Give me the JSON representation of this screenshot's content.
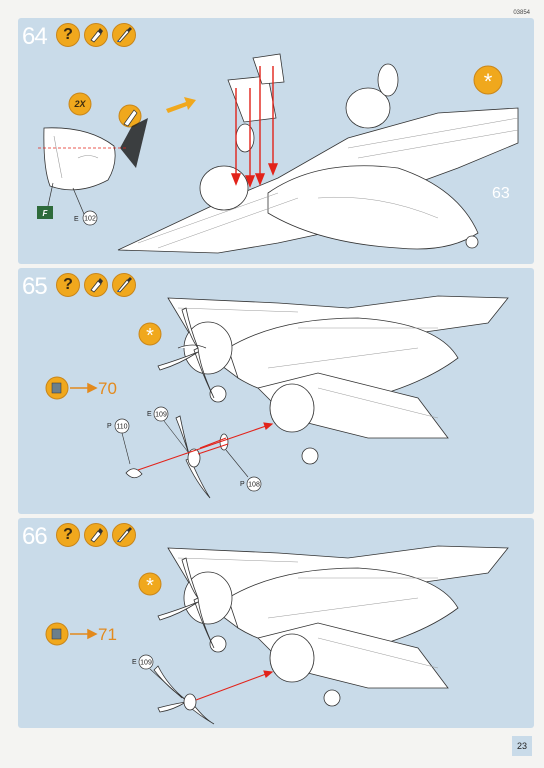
{
  "document_code": "03854",
  "page_number": "23",
  "colors": {
    "panel_bg": "#c9dbe9",
    "accent_orange": "#f0a81d",
    "arrow_red": "#e2231a",
    "paint_green": "#2e6b3b"
  },
  "steps": [
    {
      "number": "64",
      "icons": [
        "question-icon",
        "glue-tube-icon",
        "paintbrush-icon"
      ],
      "multiplier": "2X",
      "paint_code": "F",
      "parts": [
        "E",
        "102"
      ],
      "previous_step_ref": "63",
      "decal_marker": "asterisk-icon"
    },
    {
      "number": "65",
      "icons": [
        "question-icon",
        "glue-tube-icon",
        "paintbrush-icon"
      ],
      "goto_step": "70",
      "parts": [
        [
          "P",
          "110"
        ],
        [
          "E",
          "109"
        ],
        [
          "P",
          "108"
        ]
      ],
      "decal_marker": "asterisk-icon"
    },
    {
      "number": "66",
      "icons": [
        "question-icon",
        "glue-tube-icon",
        "paintbrush-icon"
      ],
      "goto_step": "71",
      "parts": [
        [
          "E",
          "109"
        ]
      ],
      "decal_marker": "asterisk-icon"
    }
  ]
}
